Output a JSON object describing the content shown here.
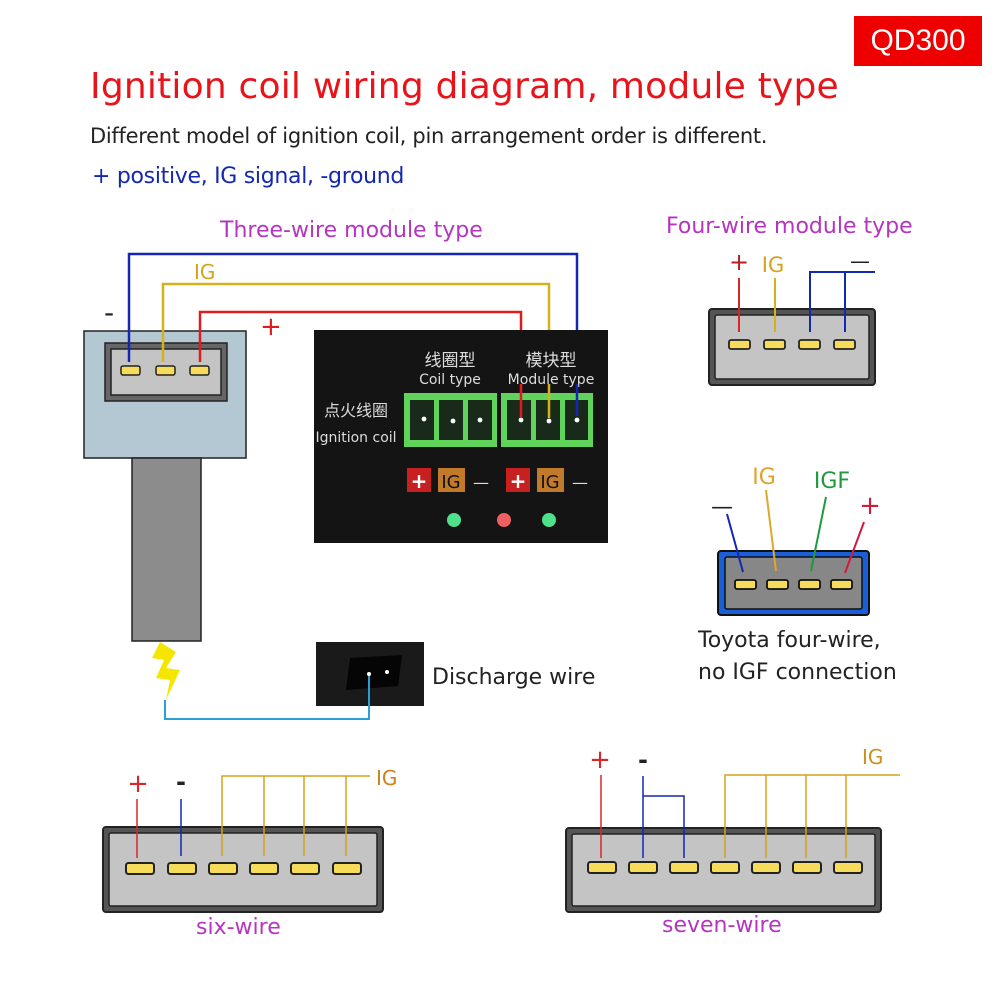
{
  "badge": "QD300",
  "title": "Ignition coil wiring diagram, module type",
  "subtitle": "Different model of ignition coil, pin arrangement order is different.",
  "legend": "+ positive, IG signal, -ground",
  "colors": {
    "positive": "#e01b1b",
    "ig": "#d4a21c",
    "ground": "#1327b0",
    "igf": "#1e9a3c",
    "discharge": "#2aa0d8",
    "heading_red": "#e8141a",
    "section_magenta": "#b535c0",
    "pin_yellow": "#f7dc5b"
  },
  "three_wire": {
    "title": "Three-wire module type",
    "labels": {
      "ground": "-",
      "ig": "IG",
      "positive": "+"
    },
    "panel": {
      "coil_type_cn": "线圈型",
      "coil_type_en": "Coil type",
      "module_type_cn": "模块型",
      "module_type_en": "Module type",
      "ignition_coil_cn": "点火线圈",
      "ignition_coil_en": "Ignition coil",
      "terminal_labels": [
        "+",
        "IG",
        "—",
        "+",
        "IG",
        "—"
      ],
      "leds": [
        "green",
        "red",
        "green"
      ]
    }
  },
  "discharge": {
    "label": "Discharge wire"
  },
  "four_wire": {
    "title": "Four-wire module type",
    "labels": {
      "positive": "+",
      "ig": "IG",
      "ground": "—"
    }
  },
  "toyota": {
    "labels": {
      "ground": "—",
      "ig": "IG",
      "igf": "IGF",
      "positive": "+"
    },
    "caption_line1": "Toyota four-wire,",
    "caption_line2": "no IGF connection"
  },
  "six_wire": {
    "label": "six-wire",
    "pin_labels": {
      "positive": "+",
      "ground": "-",
      "ig": "IG"
    }
  },
  "seven_wire": {
    "label": "seven-wire",
    "pin_labels": {
      "positive": "+",
      "ground": "-",
      "ig": "IG"
    }
  }
}
